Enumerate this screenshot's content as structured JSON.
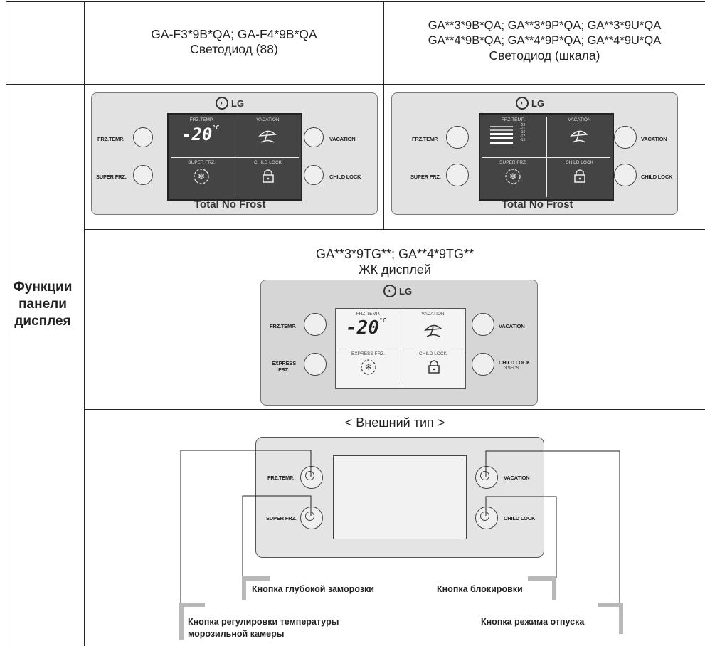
{
  "header": {
    "col1_line1": "GA-F3*9B*QA; GA-F4*9B*QA",
    "col1_line2": "Светодиод (88)",
    "col2_line1": "GA**3*9B*QA; GA**3*9P*QA; GA**3*9U*QA",
    "col2_line2": "GA**4*9B*QA; GA**4*9P*QA; GA**4*9U*QA",
    "col2_line3": "Светодиод (шкала)"
  },
  "row_label": "Функции панели дисплея",
  "lcd_section": {
    "line1": "GA**3*9TG**; GA**4*9TG**",
    "line2": "ЖК дисплей"
  },
  "external_section": {
    "title": "< Внешний тип >"
  },
  "panel": {
    "logo": "LG",
    "frz_temp": "FRZ.TEMP.",
    "super_frz": "SUPER FRZ.",
    "express_frz": "EXPRESS FRZ.",
    "vacation": "VACATION",
    "child_lock": "CHILD LOCK",
    "child_lock_sub": "3 SECS",
    "temp_value": "-20",
    "temp_unit": "°C",
    "total_no_frost": "Total No Frost",
    "scale_values": [
      "-23",
      "-21",
      "-19",
      "-17",
      "-15"
    ]
  },
  "callouts": {
    "deep_freeze": "Кнопка глубокой заморозки",
    "lock": "Кнопка блокировки",
    "freezer_temp": "Кнопка регулировки температуры морозильной камеры",
    "vacation": "Кнопка режима отпуска"
  }
}
